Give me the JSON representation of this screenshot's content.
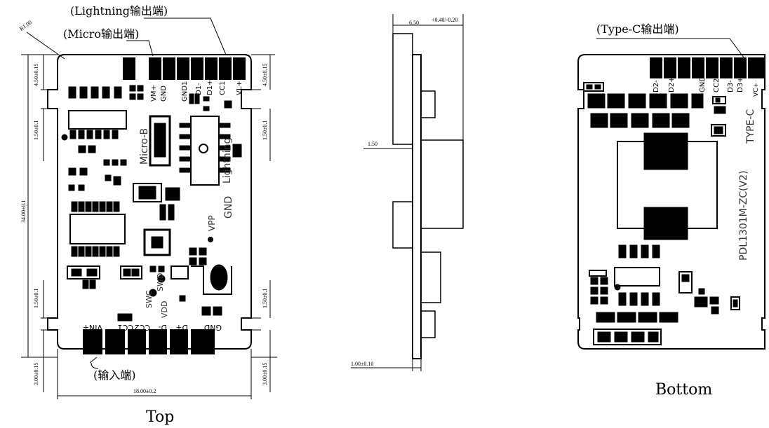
{
  "top_view": {
    "caption": "Top",
    "callouts": {
      "lightning_out": "(Lightning输出端)",
      "micro_out": "(Micro输出端)",
      "input": "(输入端)"
    },
    "corner_radius": "R1.00",
    "dimensions": {
      "width": "18.00±0.2",
      "height": "34.00±0.1",
      "top_left": "4.50±0.15",
      "top_right": "4.50±0.15",
      "slot_upper_left": "1.50±0.1",
      "slot_upper_right": "1.50±0.1",
      "slot_lower_left": "1.50±0.1",
      "slot_lower_right": "1.50±0.1",
      "bottom_left": "3.00±0.15",
      "bottom_right": "3.00±0.15"
    },
    "top_pads": [
      "VM+",
      "GND",
      "GND1",
      "D1-",
      "D1+",
      "CC1",
      "VL+"
    ],
    "bottom_pads": [
      "VIN+",
      "CC1",
      "CC2",
      "D-",
      "D+",
      "GND"
    ],
    "silkscreen": [
      "Micro-B",
      "Lightning",
      "VPP",
      "GND",
      "SWC",
      "SWD",
      "VDD"
    ]
  },
  "side_view": {
    "thickness": "6.50",
    "thickness_tol": "+0.40/-0.20",
    "step": "1.50",
    "board": "1.00±0.10"
  },
  "bottom_view": {
    "caption": "Bottom",
    "callout_typec": "(Type-C输出端)",
    "top_pads": [
      "D2-",
      "D2+",
      "GND",
      "CC2",
      "D3-",
      "D3+",
      "VC+"
    ],
    "label_typec": "TYPE-C",
    "model": "PDL1301M-ZC(V2)"
  },
  "colors": {
    "ink": "#000000",
    "paper": "#ffffff"
  }
}
